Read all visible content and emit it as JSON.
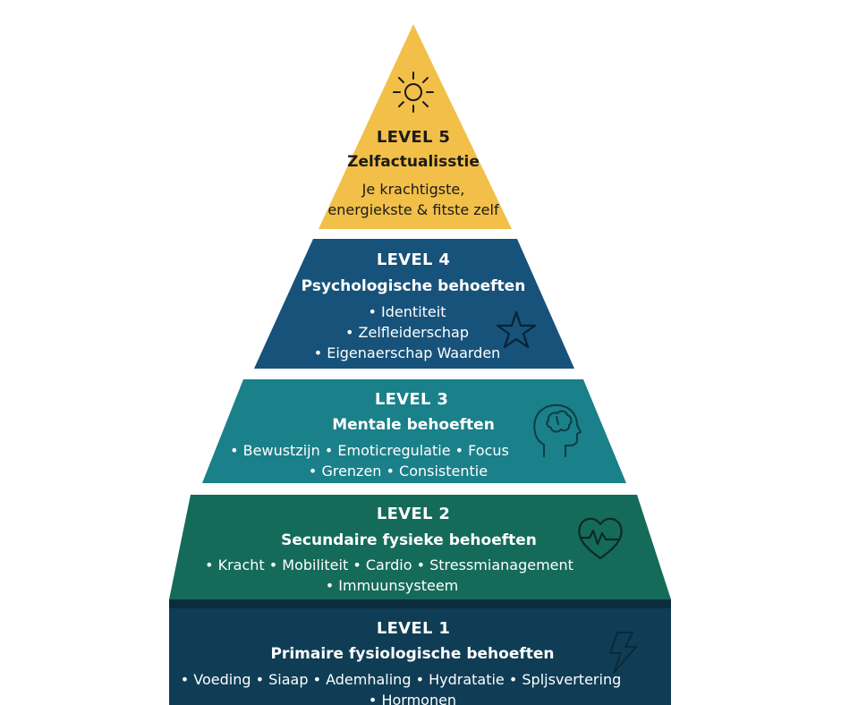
{
  "levels": [
    {
      "level": "LEVEL 5",
      "title": "Zelfactualisstie",
      "lines": [
        "Je krachtigste,",
        "energiekste & fitste zelf"
      ],
      "color": "#f2bf48",
      "icon": "sun-icon"
    },
    {
      "level": "LEVEL 4",
      "title": "Psychologische behoeften",
      "lines": [
        "• Identiteit",
        "• Zelfleiderschap",
        "• Eigenaerschap  Waarden"
      ],
      "color": "#17527a",
      "icon": "star-icon"
    },
    {
      "level": "LEVEL 3",
      "title": "Mentale behoeften",
      "lines": [
        "• Bewustzijn • Emoticregulatie • Focus",
        "• Grenzen • Consistentie"
      ],
      "color": "#1a8089",
      "icon": "head-brain-icon"
    },
    {
      "level": "LEVEL 2",
      "title": "Secundaire fysieke behoeften",
      "lines": [
        "• Kracht • Mobiliteit • Cardio • Stressmianagement",
        "• Immuunsysteem"
      ],
      "color": "#146b59",
      "icon": "heart-pulse-icon"
    },
    {
      "level": "LEVEL 1",
      "title": "Primaire fysiologische behoeften",
      "lines": [
        "• Voeding • Siaap • Ademhaling • Hydratatie • Spljsvertering",
        "• Hormonen"
      ],
      "color": "#0f3d55",
      "icon": "lightning-icon"
    }
  ]
}
